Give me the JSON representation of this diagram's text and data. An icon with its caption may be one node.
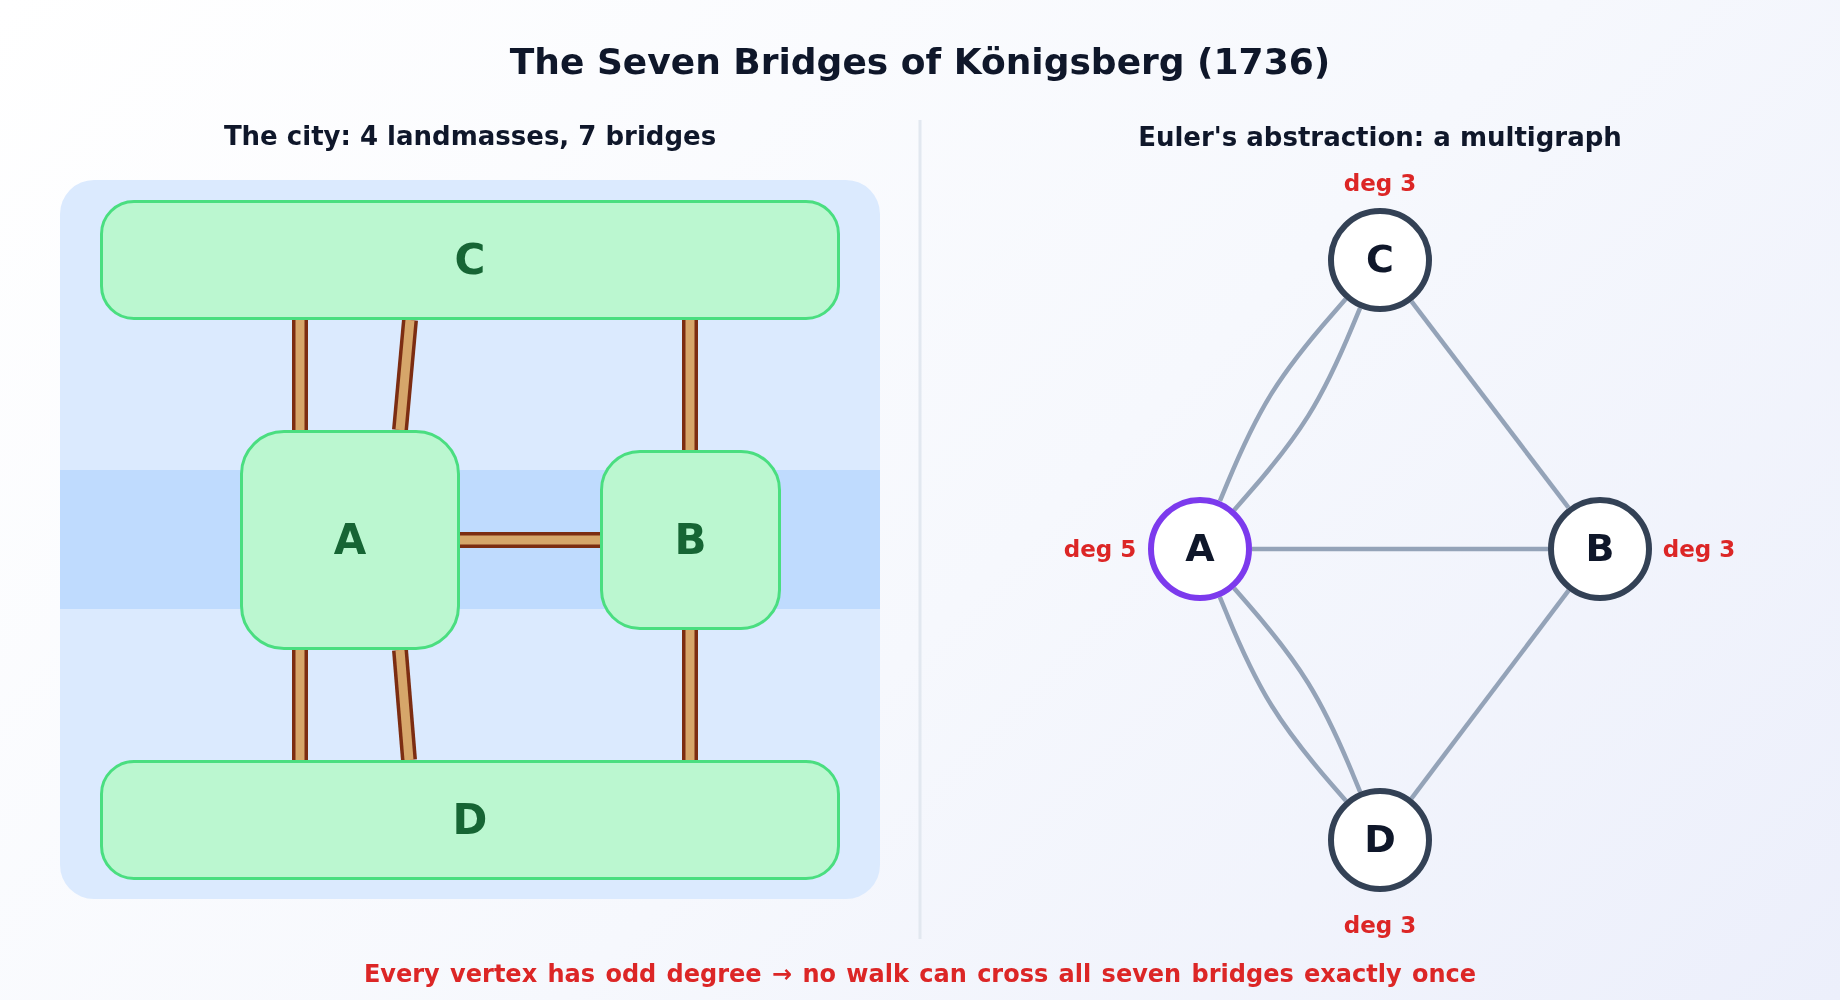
{
  "diagram": {
    "title": "The Seven Bridges of Königsberg (1736)",
    "caption": "Every vertex has odd degree → no walk can cross all seven bridges exactly once",
    "nodes": [
      {
        "text": [
          "The city: 4 landmasses, 7 bridges"
        ]
      },
      {
        "text": [
          "C"
        ],
        "in": 0
      },
      {
        "text": [
          "A"
        ],
        "in": 0
      },
      {
        "text": [
          "B"
        ],
        "in": 0
      },
      {
        "text": [
          "D"
        ],
        "in": 0
      },
      {
        "text": [
          "C"
        ],
        "beside": [
          "deg 3"
        ]
      },
      {
        "text": [
          "A"
        ],
        "beside": [
          "deg 5"
        ]
      },
      {
        "text": [
          "B"
        ],
        "beside": [
          "deg 3"
        ]
      },
      {
        "text": [
          "D"
        ],
        "beside": [
          "deg 3"
        ]
      }
    ],
    "edges": [
      {
        "from": 1,
        "to": 2,
        "arrow": "none",
        "style": "thick",
        "color": "#7c2d12"
      },
      {
        "from": 1,
        "to": 2,
        "arrow": "none",
        "style": "thick",
        "color": "#7c2d12"
      },
      {
        "from": 1,
        "to": 3,
        "arrow": "none",
        "style": "thick",
        "color": "#7c2d12"
      },
      {
        "from": 2,
        "to": 3,
        "arrow": "none",
        "style": "thick",
        "color": "#7c2d12"
      },
      {
        "from": 2,
        "to": 4,
        "arrow": "none",
        "style": "thick",
        "color": "#7c2d12"
      },
      {
        "from": 2,
        "to": 4,
        "arrow": "none",
        "style": "thick",
        "color": "#7c2d12"
      },
      {
        "from": 3,
        "to": 4,
        "arrow": "none",
        "style": "thick",
        "color": "#7c2d12"
      },
      {
        "from": 6,
        "to": 5,
        "arrow": "none",
        "color": "#94a3b8"
      },
      {
        "from": 6,
        "to": 5,
        "arrow": "none",
        "color": "#94a3b8"
      },
      {
        "from": 5,
        "to": 7,
        "arrow": "none",
        "color": "#94a3b8"
      },
      {
        "from": 6,
        "to": 7,
        "arrow": "none",
        "color": "#94a3b8"
      },
      {
        "from": 6,
        "to": 8,
        "arrow": "none",
        "color": "#94a3b8"
      },
      {
        "from": 6,
        "to": 8,
        "arrow": "none",
        "color": "#94a3b8"
      },
      {
        "from": 7,
        "to": 8,
        "arrow": "none",
        "color": "#94a3b8"
      }
    ],
    "labels": [
      "Euler's abstraction: a multigraph"
    ]
  }
}
